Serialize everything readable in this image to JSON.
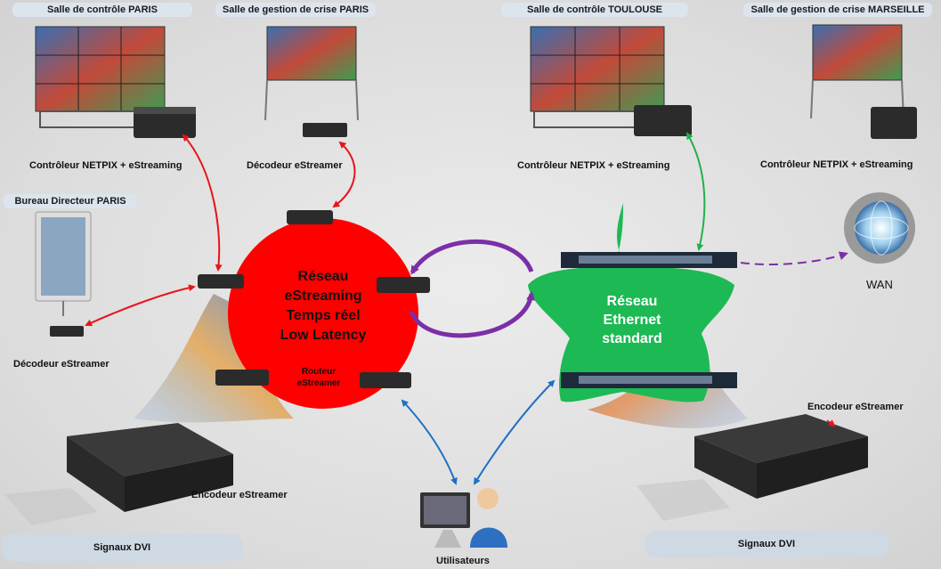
{
  "panels": {
    "paris_control": "Salle de contrôle PARIS",
    "paris_crisis": "Salle de gestion de crise PARIS",
    "toulouse_control": "Salle de contrôle TOULOUSE",
    "marseille_crisis": "Salle de gestion de crise MARSEILLE",
    "paris_director": "Bureau Directeur PARIS"
  },
  "labels": {
    "netpix_paris": "Contrôleur NETPIX + eStreaming",
    "decoder_paris_crisis": "Décodeur eStreamer",
    "netpix_toulouse": "Contrôleur NETPIX + eStreaming",
    "netpix_marseille": "Contrôleur NETPIX + eStreaming",
    "decoder_director": "Décodeur eStreamer",
    "encoder_left": "Encodeur eStreamer",
    "encoder_right": "Encodeur eStreamer",
    "dvi_left": "Signaux DVI",
    "dvi_right": "Signaux DVI",
    "users": "Utilisateurs",
    "wan": "WAN",
    "router": [
      "Routeur",
      "eStreamer"
    ]
  },
  "networks": {
    "estreaming": [
      "Réseau",
      "eStreaming",
      "Temps réel",
      "Low Latency"
    ],
    "ethernet": [
      "Réseau",
      "Ethernet",
      "standard"
    ]
  },
  "colors": {
    "red_network": "#ff0000",
    "green_network": "#1db954",
    "arrow_red": "#e8141b",
    "arrow_green": "#22b04b",
    "arrow_blue": "#1f6fc5",
    "arrow_purple": "#7b2fa6",
    "panel": "#c5d3df"
  }
}
